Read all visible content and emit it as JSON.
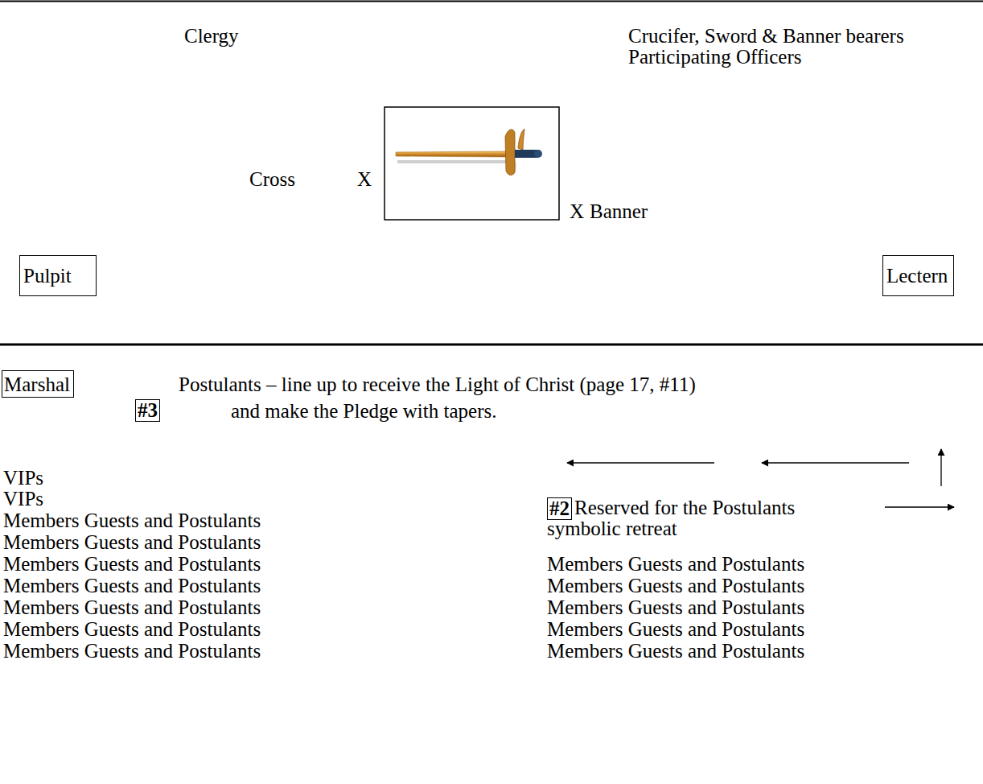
{
  "diagram": {
    "nodes": [
      {
        "text": [
          "Pulpit"
        ]
      },
      {
        "text": [
          "Lectern"
        ]
      },
      {
        "text": [
          "Marshal"
        ]
      },
      {
        "text": [
          "#3"
        ]
      },
      {
        "text": [
          "#2"
        ]
      }
    ],
    "labels": [
      "Clergy",
      "Crucifer, Sword & Banner bearers",
      "Participating Officers",
      "Cross",
      "X",
      "X",
      "Banner",
      "Postulants – line up to receive the Light of Christ (page 17, #11)",
      "and make the Pledge with tapers.",
      "VIPs",
      "VIPs",
      "Reserved for the Postulants",
      "Members Guests and Postulants",
      "symbolic retreat",
      "Members Guests and Postulants",
      "Members Guests and Postulants",
      "Members Guests and Postulants",
      "Members Guests and Postulants",
      "Members Guests and Postulants",
      "Members Guests and Postulants",
      "Members Guests and Postulants",
      "Members Guests and Postulants",
      "Members Guests and Postulants",
      "Members Guests and Postulants",
      "Members Guests and Postulants"
    ]
  }
}
